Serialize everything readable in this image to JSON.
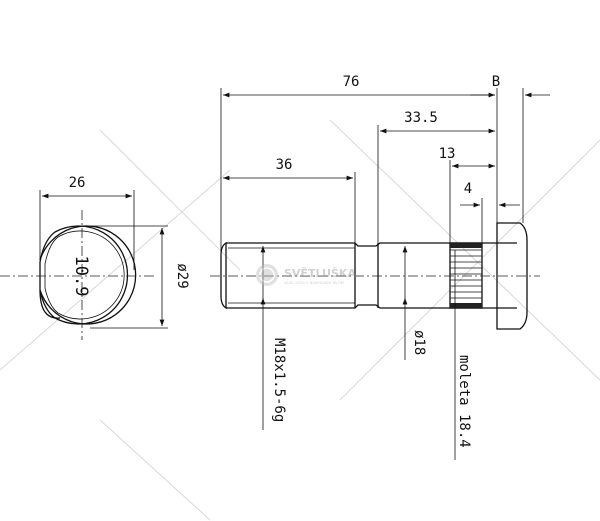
{
  "drawing": {
    "dimensions": {
      "total_length": "76",
      "head_width": "B",
      "body_length": "33.5",
      "knurl_length": "13",
      "head_offset": "4",
      "thread_length": "36",
      "flat_width": "26",
      "head_diameter": "ø29",
      "shank_diameter": "ø18"
    },
    "labels": {
      "strength_class": "10.9",
      "thread_spec": "M18x1.5-6g",
      "knurl_spec": "moleta 18.4"
    },
    "watermark": {
      "brand": "SVĚTLUŠKA",
      "tagline": "VAŠE CESTA K NÁHRADNÍM DÍLŮM"
    }
  }
}
